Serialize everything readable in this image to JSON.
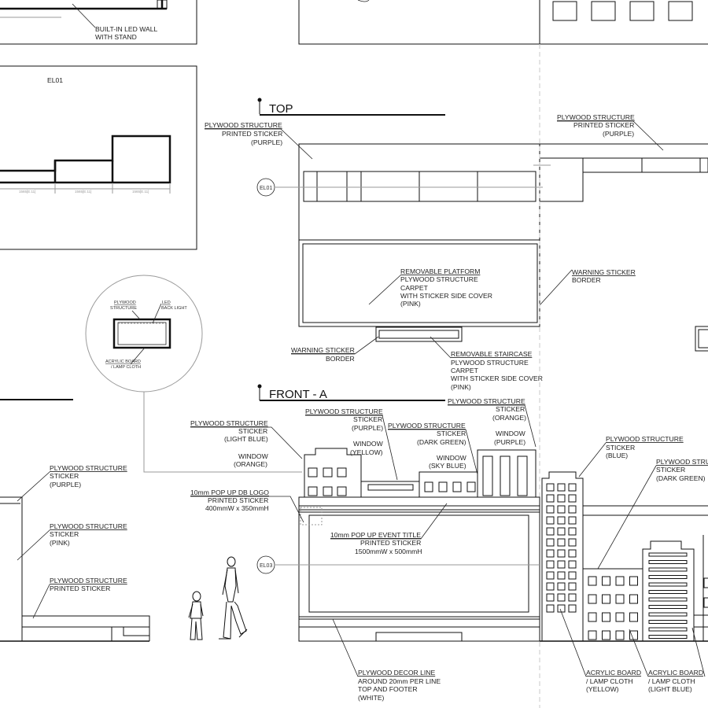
{
  "top_left": {
    "led_wall": [
      "BUILT-IN LED WALL",
      "WITH STAND"
    ]
  },
  "el01_panel": {
    "title": "EL01"
  },
  "top_view": {
    "heading": "TOP",
    "plywood_purple": [
      "PLYWOOD STRUCTURE",
      "PRINTED STICKER",
      "(PURPLE)"
    ],
    "plywood_purple_right": [
      "PLYWOOD STRUCTURE",
      "PRINTED STICKER",
      "(PURPLE)"
    ],
    "el01_tag": "EL01",
    "platform": [
      "REMOVABLE PLATFORM",
      "PLYWOOD STRUCTURE",
      "CARPET",
      "WITH STICKER SIDE COVER",
      "(PINK)"
    ],
    "warning_right": [
      "WARNING STICKER",
      "BORDER"
    ],
    "warning_left": [
      "WARNING STICKER",
      "BORDER"
    ],
    "staircase": [
      "REMOVABLE STAIRCASE",
      "PLYWOOD STRUCTURE",
      "CARPET",
      "WITH STICKER SIDE COVER",
      "(PINK)"
    ]
  },
  "detail_circle": {
    "plywood": [
      "PLYWOOD",
      "STRUCTURE"
    ],
    "led": [
      "LED",
      "BACK LIGHT"
    ],
    "acrylic": [
      "ACRYLIC BOARD",
      "/ LAMP CLOTH"
    ]
  },
  "front_view": {
    "heading": "FRONT - A",
    "light_blue": [
      "PLYWOOD STRUCTURE",
      "STICKER",
      "(LIGHT BLUE)"
    ],
    "window_orange": [
      "WINDOW",
      "(ORANGE)"
    ],
    "purple_a": [
      "PLYWOOD STRUCTURE",
      "STICKER",
      "(PURPLE)"
    ],
    "window_yellow": [
      "WINDOW",
      "(YELLOW)"
    ],
    "dark_green_a": [
      "PLYWOOD STRUCTURE",
      "STICKER",
      "(DARK GREEN)"
    ],
    "window_sky": [
      "WINDOW",
      "(SKY BLUE)"
    ],
    "orange": [
      "PLYWOOD STRUCTURE",
      "STICKER",
      "(ORANGE)"
    ],
    "window_purple": [
      "WINDOW",
      "(PURPLE)"
    ],
    "blue": [
      "PLYWOOD STRUCTURE",
      "STICKER",
      "(BLUE)"
    ],
    "dark_green_b": [
      "PLYWOOD STRUCTURE",
      "STICKER",
      "(DARK GREEN)"
    ],
    "logo": [
      "10mm POP UP DB LOGO",
      "PRINTED STICKER",
      "400mmW x 350mmH"
    ],
    "event_title": [
      "10mm POP UP EVENT TITLE",
      "PRINTED STICKER",
      "1500mmW x 500mmH"
    ],
    "el03_tag": "EL03",
    "decor_line": [
      "PLYWOOD DECOR LINE",
      "AROUND 20mm PER LINE",
      "TOP AND FOOTER",
      "(WHITE)"
    ],
    "acrylic_yellow": [
      "ACRYLIC BOARD",
      "/ LAMP CLOTH",
      "(YELLOW)"
    ],
    "acrylic_lightblue": [
      "ACRYLIC BOARD",
      "/ LAMP CLOTH",
      "(LIGHT BLUE)"
    ]
  },
  "left_side": {
    "purple": [
      "PLYWOOD STRUCTURE",
      "STICKER",
      "(PURPLE)"
    ],
    "pink": [
      "PLYWOOD STRUCTURE",
      "STICKER",
      "(PINK)"
    ],
    "printed": [
      "PLYWOOD STRUCTURE",
      "PRINTED STICKER"
    ]
  }
}
